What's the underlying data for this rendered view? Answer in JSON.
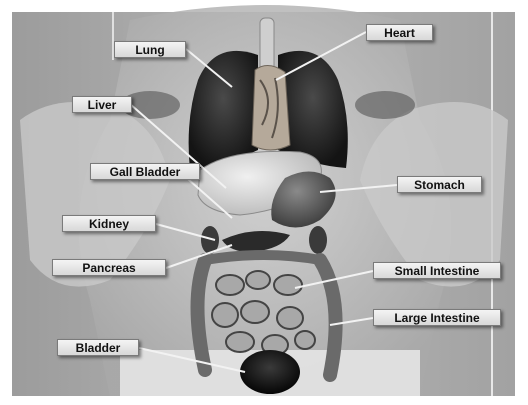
{
  "labels": {
    "lung": "Lung",
    "heart": "Heart",
    "liver": "Liver",
    "gall_bladder": "Gall Bladder",
    "stomach": "Stomach",
    "kidney": "Kidney",
    "pancreas": "Pancreas",
    "small_intestine": "Small Intestine",
    "large_intestine": "Large Intestine",
    "bladder": "Bladder"
  }
}
